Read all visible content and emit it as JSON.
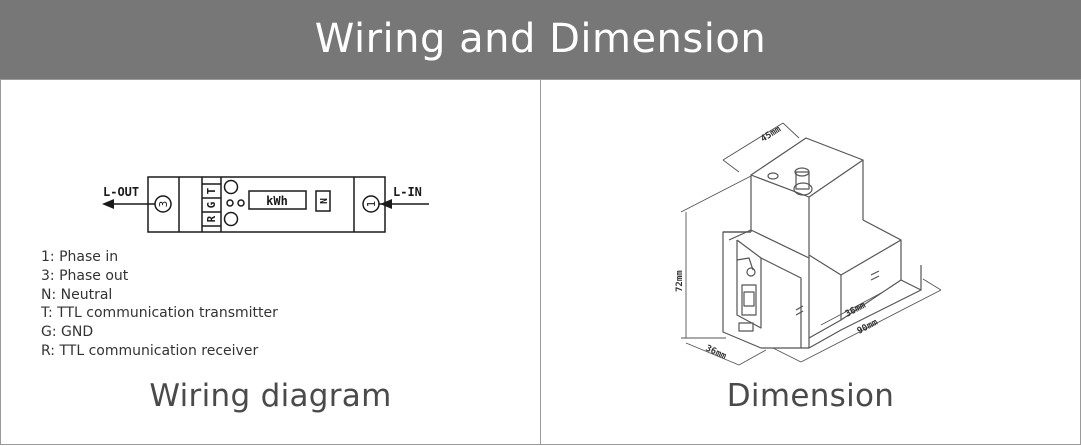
{
  "header": {
    "title": "Wiring and Dimension"
  },
  "wiring": {
    "caption": "Wiring diagram",
    "terminals": {
      "out_label": "L-OUT",
      "in_label": "L-IN",
      "out_number": "3",
      "in_number": "1",
      "unit": "kWh",
      "n_label": "N",
      "t_label": "T",
      "g_label": "G",
      "r_label": "R"
    },
    "legend": [
      "1: Phase in",
      "3: Phase out",
      "N: Neutral",
      "T: TTL communication transmitter",
      "G: GND",
      "R: TTL communication receiver"
    ]
  },
  "dimension": {
    "caption": "Dimension",
    "labels": {
      "top_width": "45mm",
      "height": "72mm",
      "base_width": "36mm",
      "depth_front": "36mm",
      "depth_total": "90mm"
    }
  }
}
